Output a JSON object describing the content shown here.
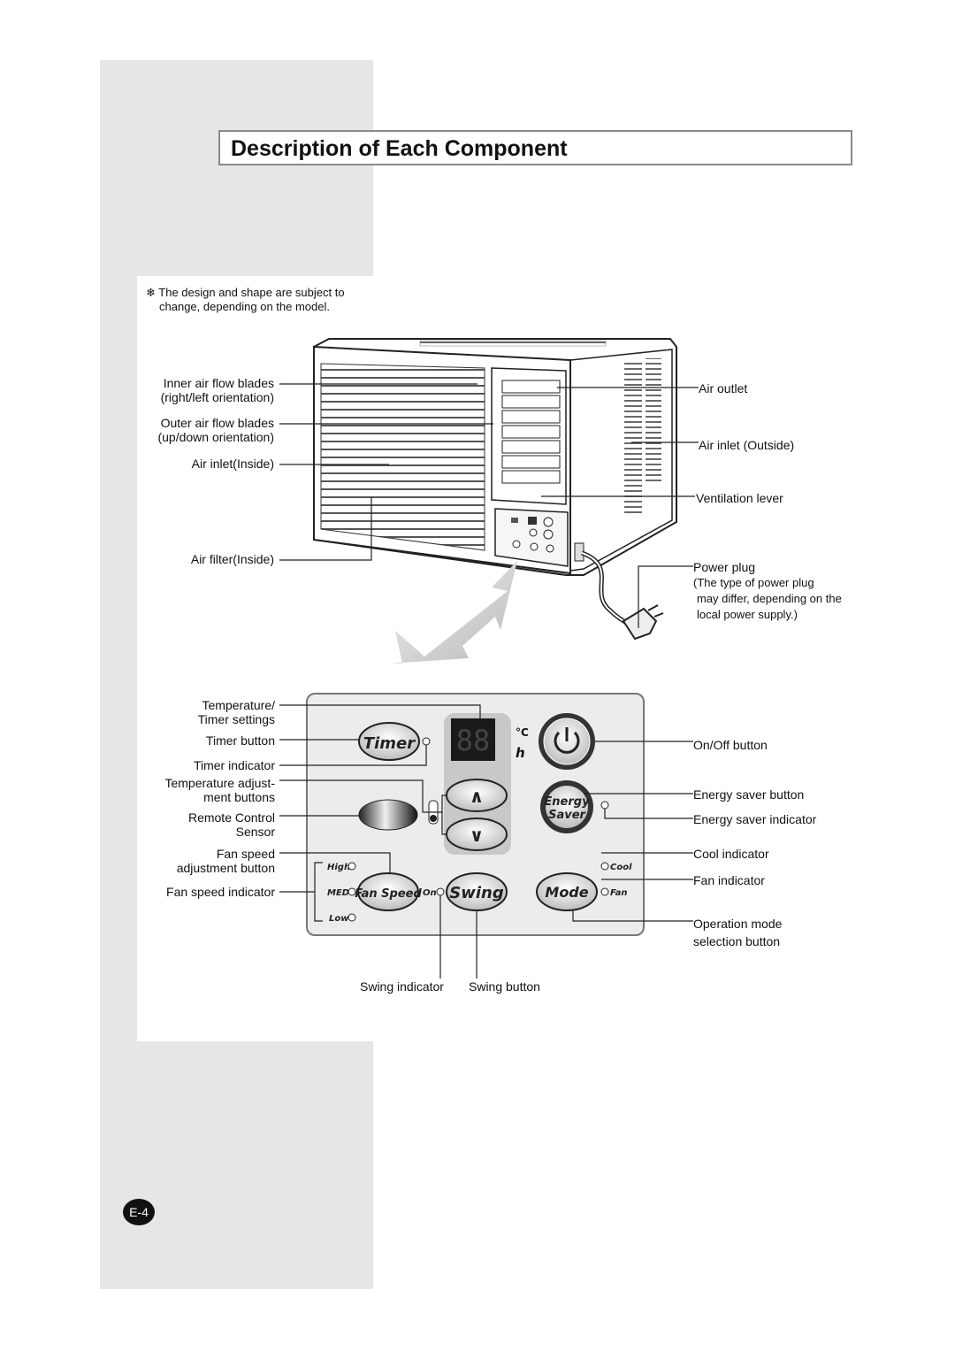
{
  "page": {
    "title": "Description of Each Component",
    "note_line1": "❄ The design and shape are subject to",
    "note_line2": "change, depending on the model.",
    "page_number": "E-4"
  },
  "unit_labels": {
    "inner_blades_1": "Inner air flow blades",
    "inner_blades_2": "(right/left orientation)",
    "outer_blades_1": "Outer air flow blades",
    "outer_blades_2": "(up/down orientation)",
    "air_inlet_inside": "Air inlet(Inside)",
    "air_filter_inside": "Air filter(Inside)",
    "air_outlet": "Air outlet",
    "air_inlet_outside": "Air inlet (Outside)",
    "ventilation_lever": "Ventilation lever",
    "power_plug": "Power plug",
    "plug_note_1": "(The type of power plug",
    "plug_note_2": "may differ, depending on the",
    "plug_note_3": "local power supply.)"
  },
  "panel_labels": {
    "temp_timer_1": "Temperature/",
    "temp_timer_2": "Timer settings",
    "timer_button": "Timer button",
    "timer_indicator": "Timer indicator",
    "temp_adjust_1": "Temperature adjust-",
    "temp_adjust_2": "ment buttons",
    "remote_sensor_1": "Remote Control",
    "remote_sensor_2": "Sensor",
    "fan_speed_1": "Fan speed",
    "fan_speed_2": "adjustment button",
    "fan_speed_indicator": "Fan speed indicator",
    "on_off_button": "On/Off button",
    "energy_saver_button": "Energy saver button",
    "energy_saver_indicator": "Energy saver indicator",
    "cool_indicator": "Cool indicator",
    "fan_indicator": "Fan indicator",
    "operation_mode_1": "Operation mode",
    "operation_mode_2": "selection button",
    "swing_indicator": "Swing indicator",
    "swing_button": "Swing button"
  },
  "panel": {
    "timer": "Timer",
    "display": "88",
    "celsius": "°C",
    "hours": "h",
    "up": "∧",
    "down": "∨",
    "energy_1": "Energy",
    "energy_2": "Saver",
    "high": "High",
    "med": "MED",
    "low": "Low",
    "fan_speed": "Fan Speed",
    "on": "On",
    "swing": "Swing",
    "mode": "Mode",
    "cool": "Cool",
    "fan": "Fan"
  }
}
